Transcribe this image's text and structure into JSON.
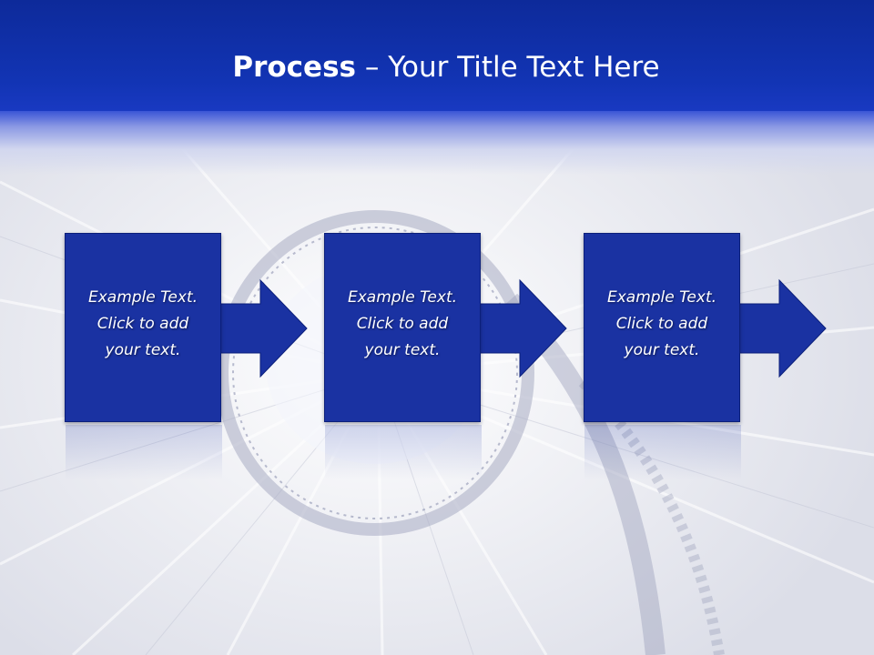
{
  "slide": {
    "title_bold": "Process",
    "title_rest": " – Your Title Text Here"
  },
  "steps": [
    {
      "line1": "Example Text.",
      "line2": "Click  to add",
      "line3": "your text."
    },
    {
      "line1": "Example Text.",
      "line2": "Click  to add",
      "line3": "your text."
    },
    {
      "line1": "Example Text.",
      "line2": "Click  to add",
      "line3": "your text."
    }
  ],
  "colors": {
    "header": "#1234b4",
    "box_fill": "#1a32a2",
    "text": "#ffffff",
    "background": "#e6e7ee"
  }
}
